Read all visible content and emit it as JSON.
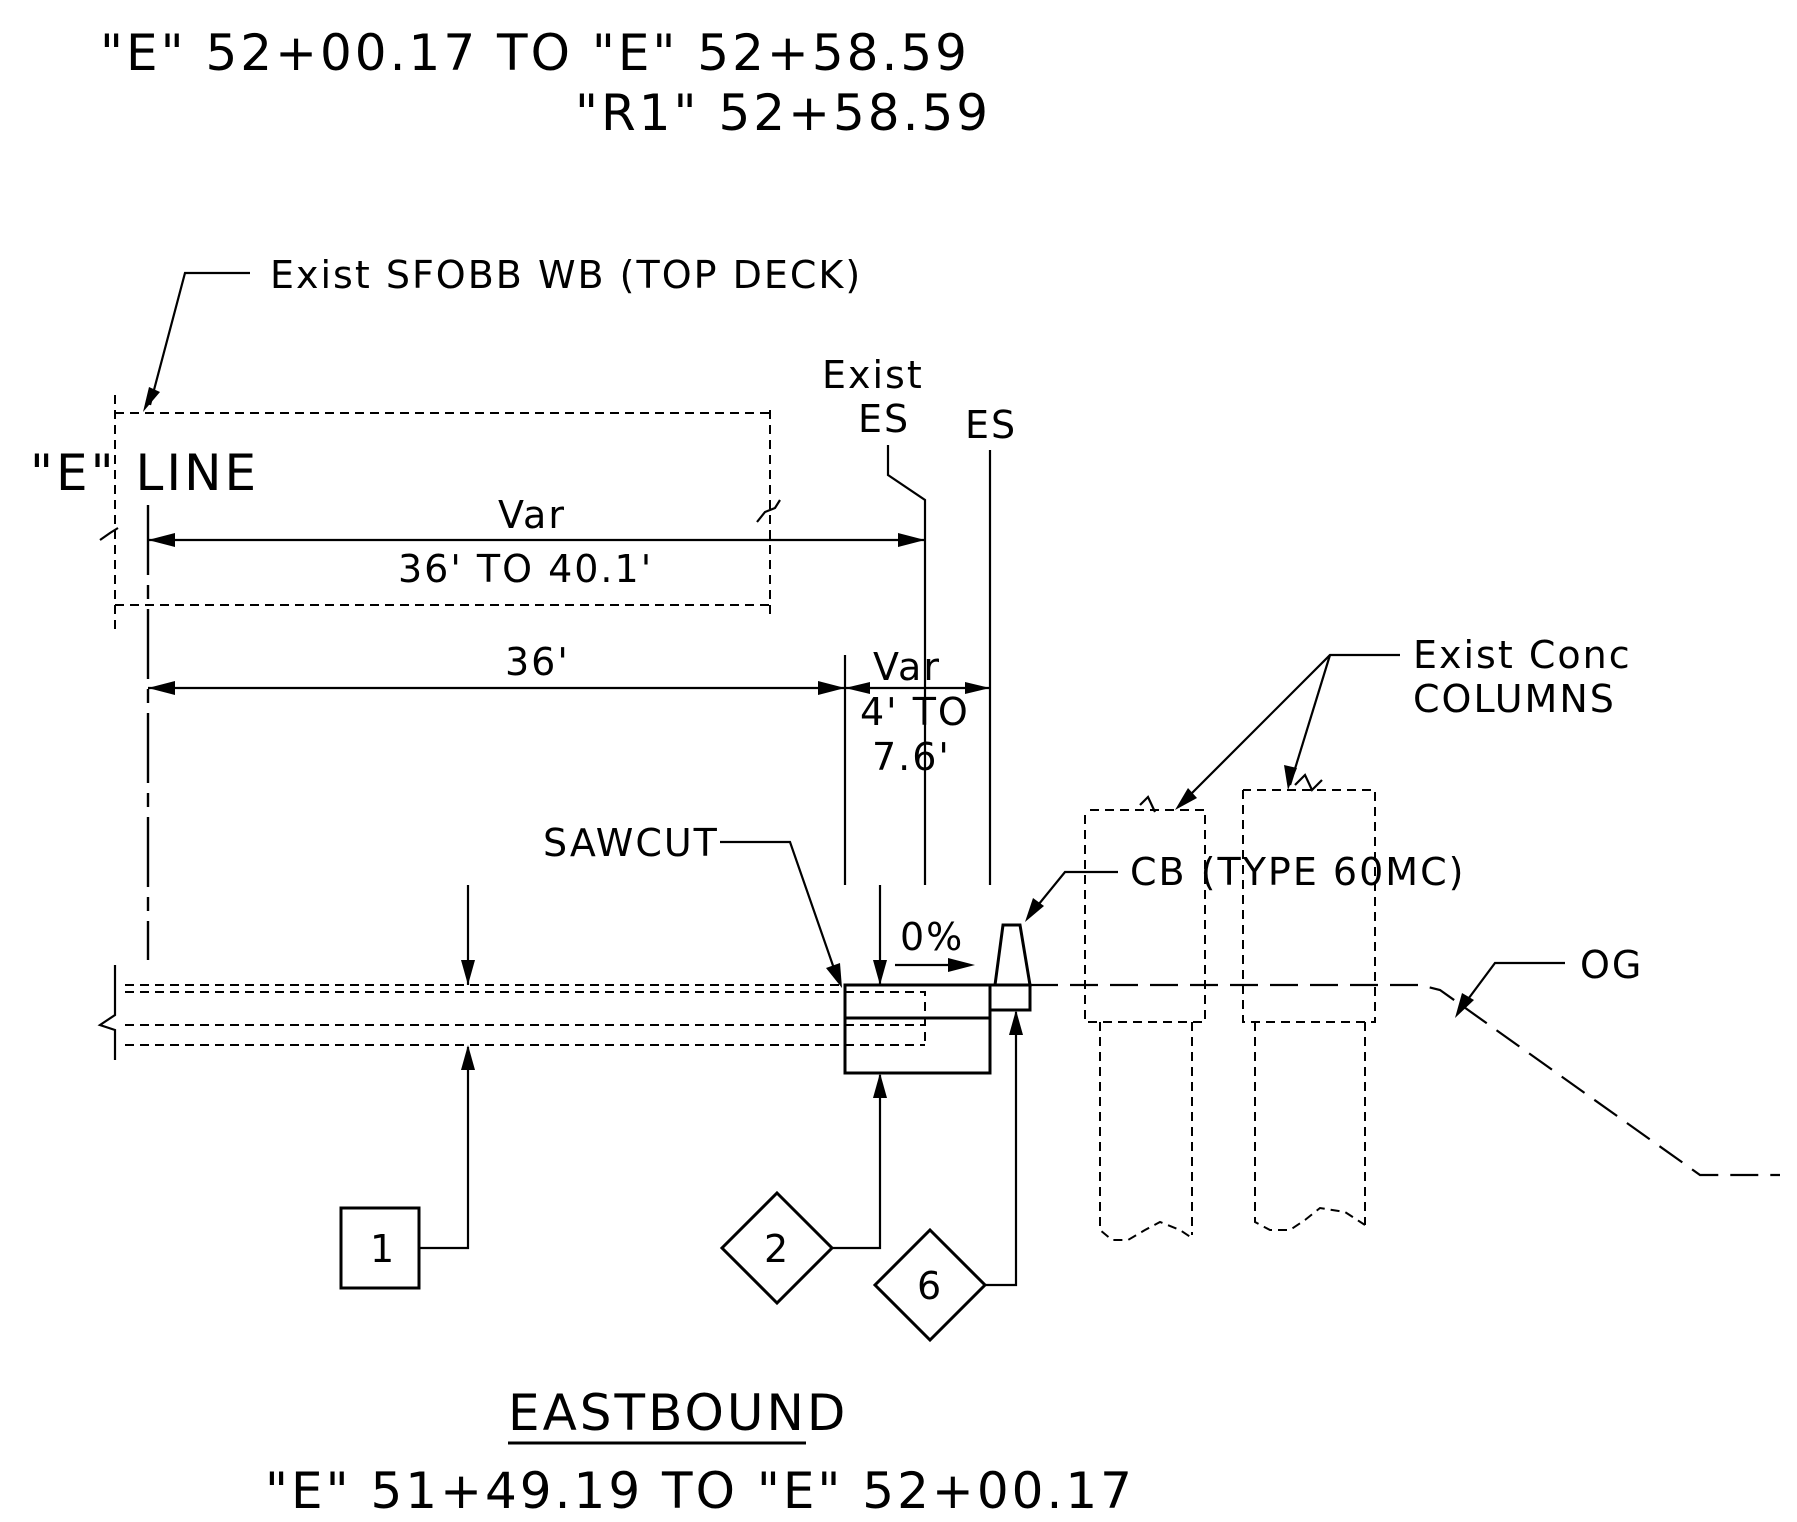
{
  "header": {
    "line1": "\"E\" 52+00.17 TO \"E\" 52+58.59",
    "line2": "\"R1\" 52+58.59"
  },
  "labels": {
    "existing_deck": "Exist SFOBB WB (TOP DECK)",
    "e_line": "\"E\" LINE",
    "exist_es_1": "Exist",
    "exist_es_2": "ES",
    "es": "ES",
    "var_top": "Var",
    "dim_top": "36' TO 40.1'",
    "dim_36": "36'",
    "var_mid": "Var",
    "dim_var_1": "4' TO",
    "dim_var_2": "7.6'",
    "columns_1": "Exist Conc",
    "columns_2": "COLUMNS",
    "sawcut": "SAWCUT",
    "slope": "0%",
    "barrier": "CB (TYPE 60MC)",
    "og": "OG"
  },
  "callouts": {
    "box_1": "1",
    "diamond_2": "2",
    "diamond_6": "6"
  },
  "footer": {
    "title": "EASTBOUND",
    "range": "\"E\" 51+49.19 TO \"E\" 52+00.17"
  }
}
